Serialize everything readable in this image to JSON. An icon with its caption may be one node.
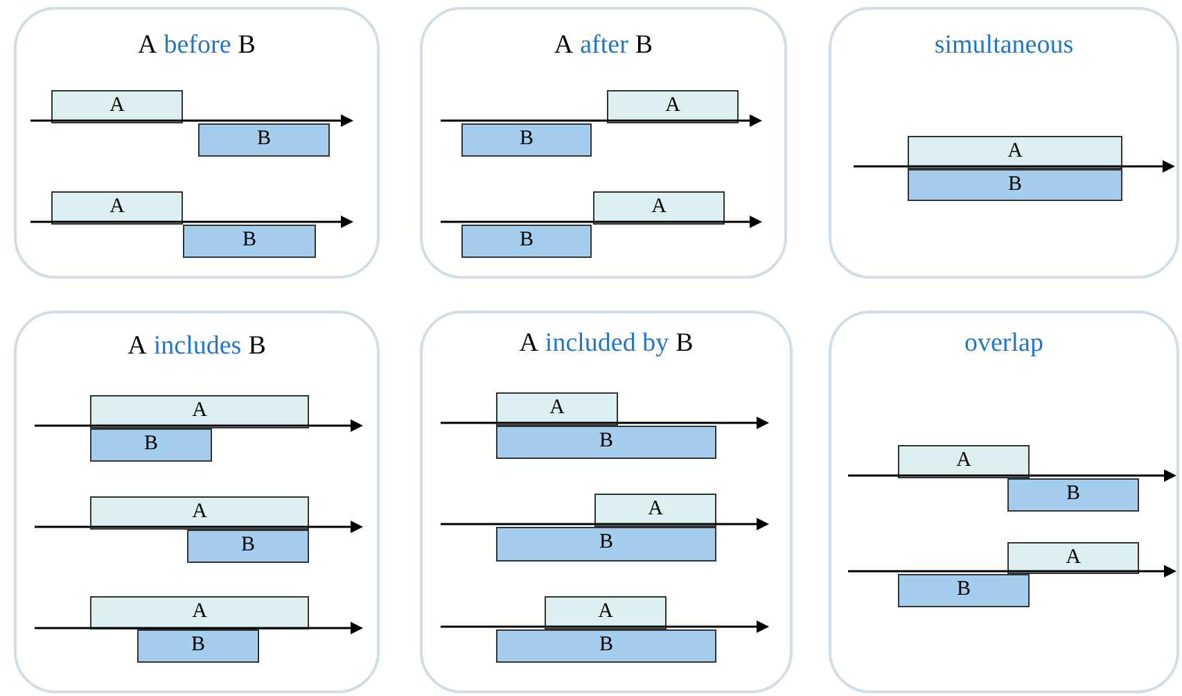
{
  "diagram": {
    "nodes": [
      {
        "text": [
          "A",
          "before",
          "B"
        ]
      },
      {
        "text": [
          "A",
          "after",
          "B"
        ]
      },
      {
        "text": [
          "simultaneous"
        ]
      },
      {
        "text": [
          "A",
          "includes",
          "B"
        ]
      },
      {
        "text": [
          "A",
          "included by",
          "B"
        ]
      },
      {
        "text": [
          "overlap"
        ]
      },
      {
        "text": [
          "A"
        ],
        "in": 0
      },
      {
        "text": [
          "B"
        ],
        "in": 0
      },
      {
        "text": [
          "A"
        ],
        "in": 0
      },
      {
        "text": [
          "B"
        ],
        "in": 0
      },
      {
        "text": [
          "A"
        ],
        "in": 1
      },
      {
        "text": [
          "B"
        ],
        "in": 1
      },
      {
        "text": [
          "A"
        ],
        "in": 1
      },
      {
        "text": [
          "B"
        ],
        "in": 1
      },
      {
        "text": [
          "A"
        ],
        "in": 2
      },
      {
        "text": [
          "B"
        ],
        "in": 2
      },
      {
        "text": [
          "A"
        ],
        "in": 3
      },
      {
        "text": [
          "B"
        ],
        "in": 3
      },
      {
        "text": [
          "A"
        ],
        "in": 3
      },
      {
        "text": [
          "B"
        ],
        "in": 3
      },
      {
        "text": [
          "A"
        ],
        "in": 3
      },
      {
        "text": [
          "B"
        ],
        "in": 3
      },
      {
        "text": [
          "A"
        ],
        "in": 4
      },
      {
        "text": [
          "B"
        ],
        "in": 4
      },
      {
        "text": [
          "A"
        ],
        "in": 4
      },
      {
        "text": [
          "B"
        ],
        "in": 4
      },
      {
        "text": [
          "A"
        ],
        "in": 4
      },
      {
        "text": [
          "B"
        ],
        "in": 4
      },
      {
        "text": [
          "A"
        ],
        "in": 5
      },
      {
        "text": [
          "B"
        ],
        "in": 5
      },
      {
        "text": [
          "A"
        ],
        "in": 5
      },
      {
        "text": [
          "B"
        ],
        "in": 5
      }
    ]
  }
}
